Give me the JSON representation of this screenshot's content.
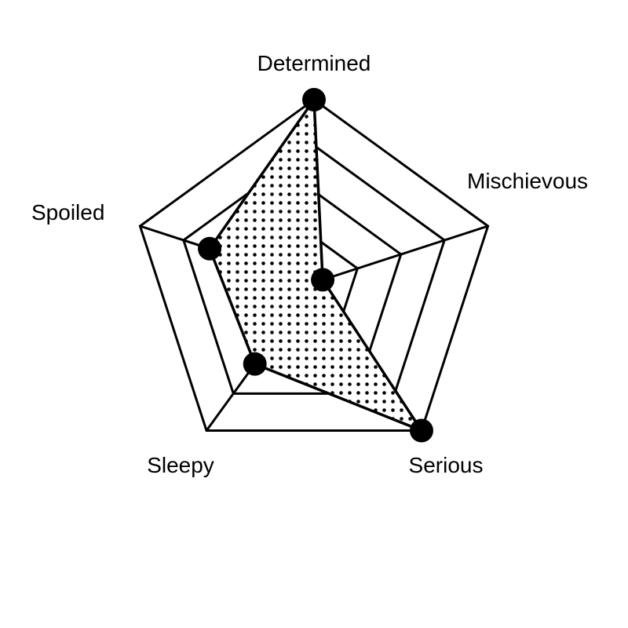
{
  "chart_data": {
    "type": "radar",
    "axes": [
      "Determined",
      "Mischievous",
      "Serious",
      "Sleepy",
      "Spoiled"
    ],
    "values": [
      1.0,
      0.05,
      1.0,
      0.55,
      0.6
    ],
    "range": [
      0,
      1
    ],
    "rings": 4,
    "fill_pattern": "dots",
    "marker": "filled-circle",
    "colors": {
      "stroke": "#000000",
      "fill": "#ffffff",
      "marker": "#000000"
    }
  }
}
